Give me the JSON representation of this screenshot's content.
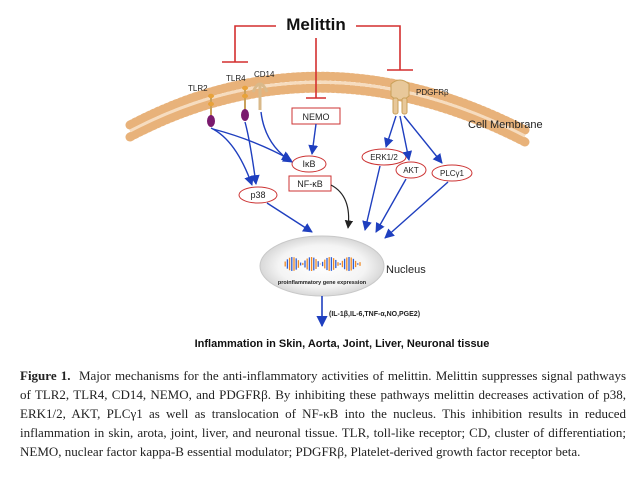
{
  "diagram": {
    "title": "Melittin",
    "receptors": {
      "tlr2": "TLR2",
      "tlr4": "TLR4",
      "cd14": "CD14",
      "pdgfr": "PDGFRβ"
    },
    "membrane_label": "Cell Membrane",
    "nodes": {
      "nemo": "NEMO",
      "ikb": "IκB",
      "nfkb": "NF-κB",
      "p38": "p38",
      "erk": "ERK1/2",
      "akt": "AKT",
      "plc": "PLCγ1"
    },
    "nucleus_label": "Nucleus",
    "gene_label": "proinflammatory gene expression",
    "cytokines": "(IL-1β,IL-6,TNF-α,NO,PGE2)",
    "outcome": "Inflammation in Skin, Aorta, Joint, Liver, Neuronal tissue"
  },
  "caption": {
    "label": "Figure 1.",
    "text": "Major mechanisms for the anti-inflammatory activities of melittin. Melittin suppresses signal pathways of TLR2, TLR4, CD14, NEMO, and PDGFRβ. By inhibiting these pathways melittin decreases activation of p38, ERK1/2, AKT, PLCγ1 as well as translocation of NF-κB into the nucleus. This inhibition results in reduced inflammation in skin, arota, joint, liver, and neuronal tissue. TLR, toll-like receptor; CD, cluster of differentiation; NEMO, nuclear factor kappa-B essential modulator; PDGFRβ, Platelet-derived growth factor receptor beta."
  },
  "colors": {
    "inhibit": "#d32f2f",
    "activate": "#1f3fbf",
    "membrane": "#e8b27a",
    "node_border": "#cc3333"
  }
}
